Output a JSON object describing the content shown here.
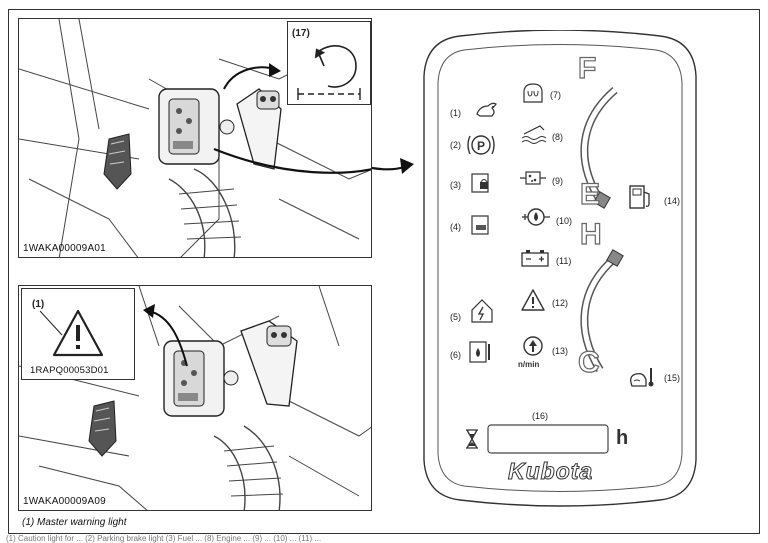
{
  "top_panel": {
    "code": "1WAKA00009A01",
    "inset_label": "(17)"
  },
  "bottom_panel": {
    "code": "1WAKA00009A09",
    "inset_label": "(1)",
    "inset_code": "1RAPQ00053D01"
  },
  "caption": "(1)   Master warning light",
  "footer": "(1) Caution light for ...  (2) Parking brake light  (3) Fuel ...  (8) Engine ...  (9) ...  (10) ...  (11) ...",
  "instrument_panel": {
    "brand": "Kubota",
    "hour_unit": "h",
    "fuel_full": "F",
    "fuel_empty": "E",
    "temp_hot": "H",
    "temp_cold": "C",
    "rpm_unit": "n/min",
    "labels": {
      "l1": "(1)",
      "l2": "(2)",
      "l3": "(3)",
      "l4": "(4)",
      "l5": "(5)",
      "l6": "(6)",
      "l7": "(7)",
      "l8": "(8)",
      "l9": "(9)",
      "l10": "(10)",
      "l11": "(11)",
      "l12": "(12)",
      "l13": "(13)",
      "l14": "(14)",
      "l15": "(15)",
      "l16": "(16)"
    }
  }
}
